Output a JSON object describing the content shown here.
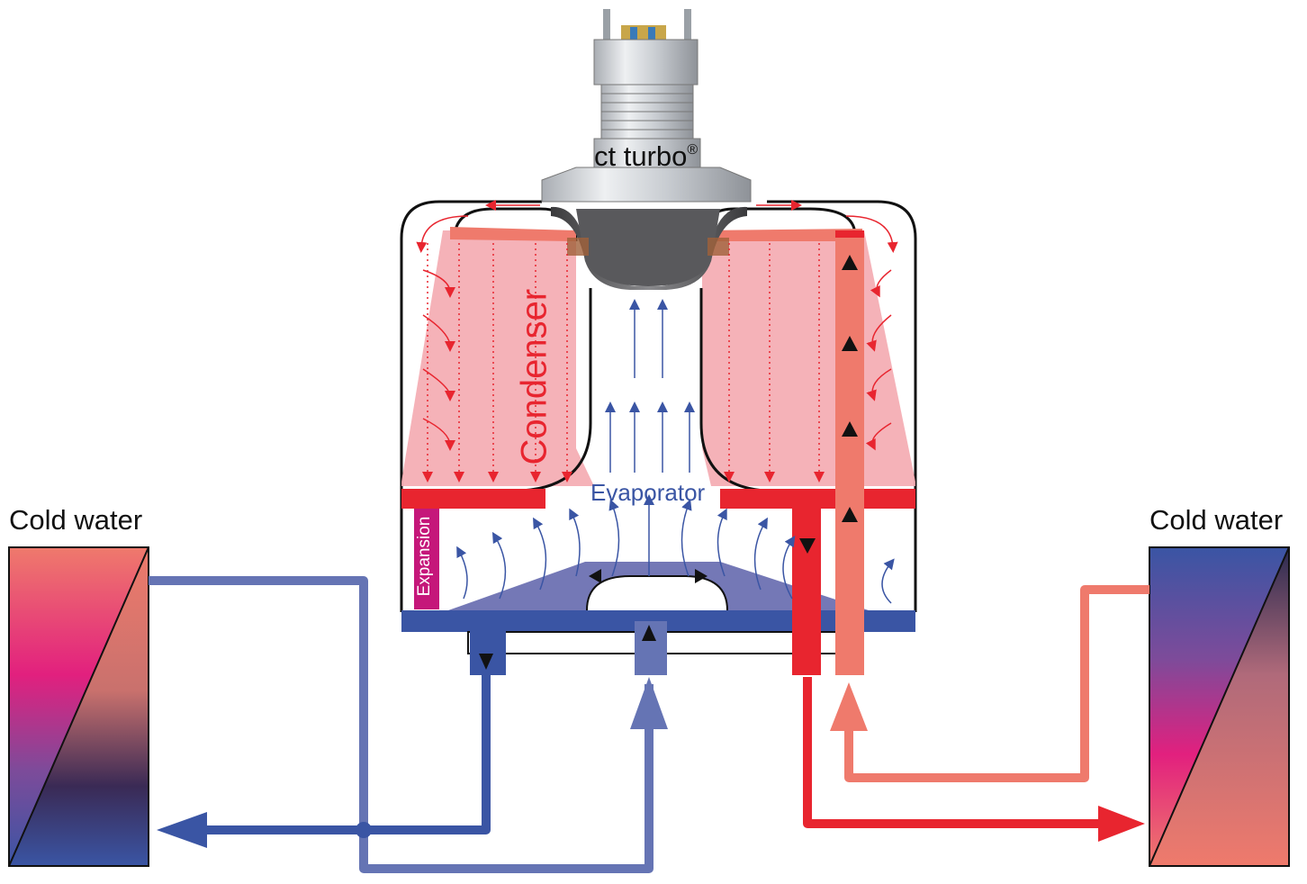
{
  "labels": {
    "cold_water_left": "Cold water",
    "cold_water_right": "Cold water",
    "compressor": "ct turbo",
    "compressor_mark": "®",
    "condenser": "Condenser",
    "evaporator": "Evaporator",
    "expansion": "Expansion"
  },
  "colors": {
    "cold_loop": "#3a55a4",
    "cold_loop_light": "#6574b4",
    "hot_loop": "#e8252f",
    "hot_loop_light": "#ef7a6c",
    "condenser_fill": "#f4aab0",
    "evaporator_fill": "#7478b6",
    "expansion": "#c5177a",
    "text_blue": "#3a55a4",
    "text_red": "#e8252f"
  },
  "icons": [
    "compressor-icon",
    "impeller-icon",
    "heat-exchanger-icon",
    "flow-arrow-icon"
  ]
}
